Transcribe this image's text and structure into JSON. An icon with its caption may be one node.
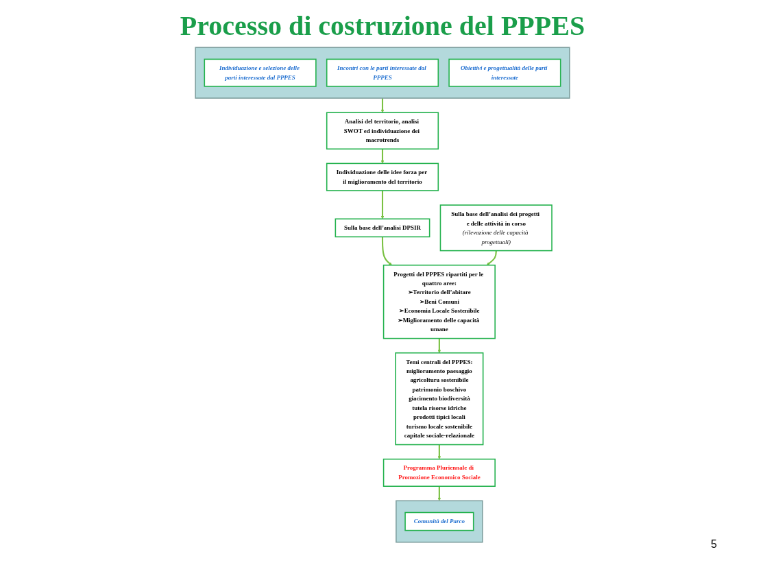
{
  "diagram": {
    "title": "Processo di costruzione del PPPES",
    "nodes": [
      {
        "text": [
          "Analisi del territorio, analisi SWOT ed individuazione dei macrotrends"
        ]
      },
      {
        "text": [
          "Individuazione delle idee forza per il miglioramento del territorio"
        ]
      },
      {
        "text": [
          "Sulla base dell’analisi DPSIR"
        ]
      },
      {
        "text": [
          "Sulla base dell’analisi dei progetti e delle attività in corso",
          "(rilevazione delle capacità progettuali)"
        ]
      },
      {
        "text": [],
        "shape": "box"
      },
      {
        "text": [
          "Individuazione e selezione delle parti interessate dal PPPES"
        ],
        "in": 4
      },
      {
        "text": [
          "Incontri con le parti interessate dal PPPES"
        ],
        "in": 4
      },
      {
        "text": [
          "Obiettivi e progettualità delle parti interessate"
        ],
        "in": 4
      },
      {
        "text": [
          "Progetti del PPPES ripartiti per le quattro aree:",
          "➢Territorio dell’abitare",
          "➢Beni Comuni",
          "➢Economia Locale Sostenibile",
          "➢Miglioramento delle capacità umane"
        ]
      },
      {
        "text": [
          "Temi centrali del PPPES:",
          "miglioramento paesaggio",
          "agricoltura sostenibile",
          "patrimonio boschivo",
          "giacimento biodiversità",
          "tutela risorse idriche",
          "prodotti tipici locali",
          "turismo locale sostenibile",
          "capitale sociale-relazionale"
        ]
      },
      {
        "text": [
          "Programma Pluriennale di Promozione Economico Sociale"
        ]
      },
      {
        "text": [],
        "shape": "box"
      },
      {
        "text": [
          "Comunità del Parco"
        ],
        "in": 11
      }
    ],
    "edges": [
      {
        "from": 4,
        "to": 0,
        "arrow": "to"
      },
      {
        "from": 0,
        "to": 1,
        "arrow": "to"
      },
      {
        "from": 1,
        "to": 2,
        "arrow": "to"
      },
      {
        "from": 2,
        "to": 8,
        "arrow": "to"
      },
      {
        "from": 3,
        "to": 8,
        "arrow": "to"
      },
      {
        "from": 8,
        "to": 9,
        "arrow": "to"
      },
      {
        "from": 9,
        "to": 10,
        "arrow": "to"
      },
      {
        "from": 10,
        "to": 11,
        "arrow": "to"
      }
    ],
    "labels": [
      "5"
    ]
  }
}
